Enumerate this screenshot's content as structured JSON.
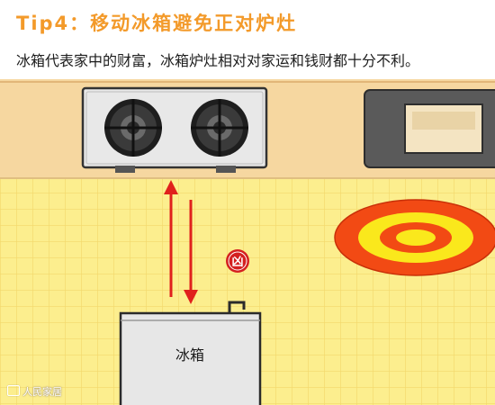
{
  "header": {
    "title": "Tip4：移动冰箱避免正对炉灶",
    "subtitle": "冰箱代表家中的财富，冰箱炉灶相对对家运和钱财都十分不利。"
  },
  "scene": {
    "fridge_label": "冰箱",
    "warning_glyph": "凶",
    "watermark": "人民家居"
  },
  "colors": {
    "title": "#f39a2a",
    "wall": "#f6d7a0",
    "floor": "#fcee8e",
    "arrow": "#e0201c",
    "warning_badge": "#d42020",
    "rug_outer": "#f24a14",
    "rug_middle": "#fae81c"
  }
}
